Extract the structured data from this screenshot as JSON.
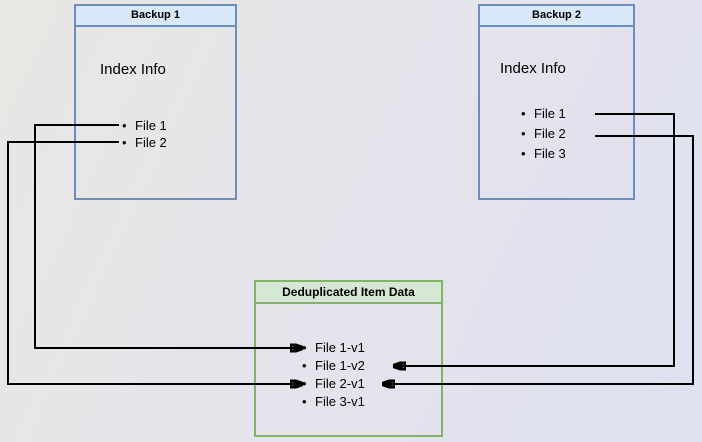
{
  "diagram": {
    "backup1": {
      "title": "Backup 1",
      "subtitle": "Index Info",
      "items": [
        "File 1",
        "File 2"
      ]
    },
    "backup2": {
      "title": "Backup 2",
      "subtitle": "Index Info",
      "items": [
        "File 1",
        "File 2",
        "File 3"
      ]
    },
    "dedup": {
      "title": "Deduplicated Item Data",
      "items": [
        "File 1-v1",
        "File 1-v2",
        "File 2-v1",
        "File 3-v1"
      ]
    },
    "connections": [
      {
        "from": "Backup 1 / File 1",
        "to": "File 1-v1"
      },
      {
        "from": "Backup 1 / File 2",
        "to": "File 2-v1"
      },
      {
        "from": "Backup 2 / File 1",
        "to": "File 1-v2"
      },
      {
        "from": "Backup 2 / File 2",
        "to": "File 2-v1"
      }
    ],
    "colors": {
      "backup_border": "#6c8ebf",
      "backup_title_bg": "#dae8fc",
      "dedup_border": "#82b366",
      "dedup_title_bg": "#d5e8d4",
      "connector": "#000000"
    }
  }
}
